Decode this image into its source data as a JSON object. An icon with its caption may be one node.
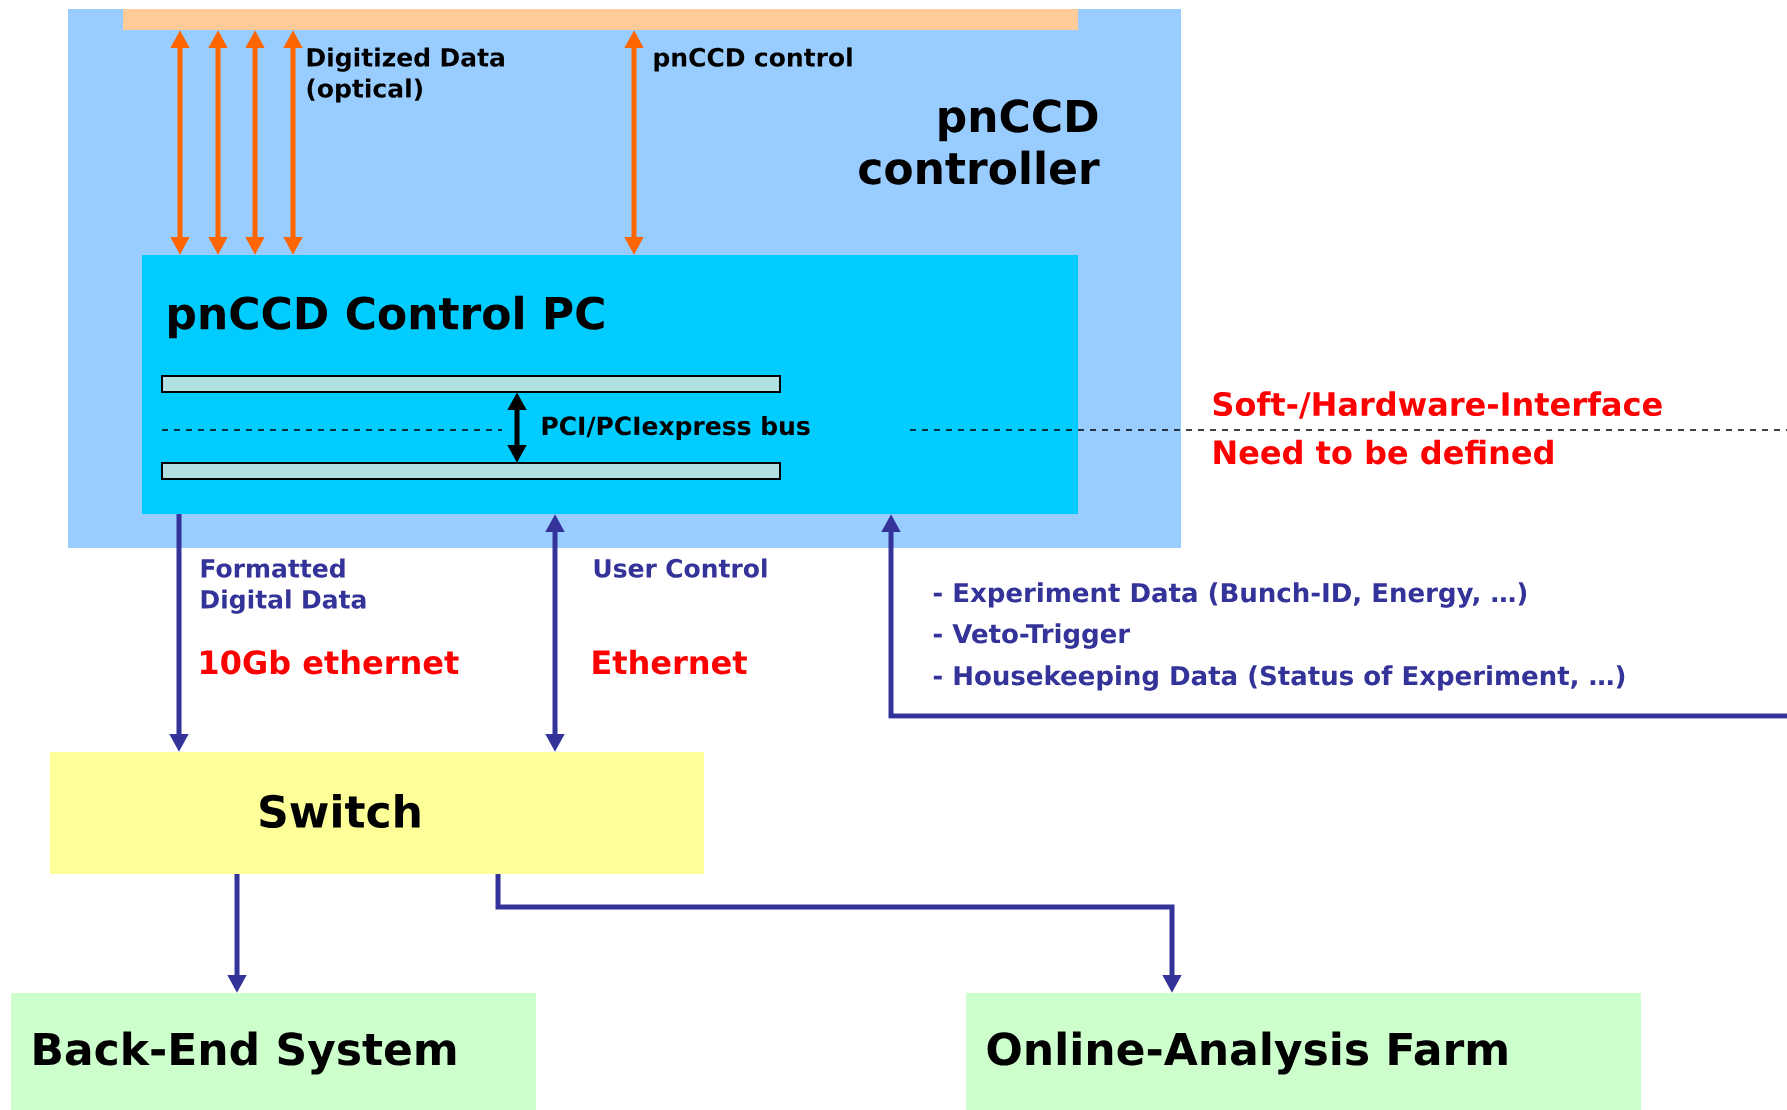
{
  "diagram": {
    "nodes": [
      {
        "text": [
          "pnCCD controller"
        ]
      },
      {
        "text": [],
        "shape": "bar",
        "in": 0
      },
      {
        "text": [
          "pnCCD Control PC"
        ],
        "in": 0
      },
      {
        "text": [],
        "shape": "bar",
        "in": 2
      },
      {
        "text": [],
        "shape": "bar",
        "in": 2
      },
      {
        "text": [
          "Switch"
        ]
      },
      {
        "text": [
          "Back-End System"
        ]
      },
      {
        "text": [
          "Online-Analysis Farm"
        ]
      }
    ],
    "edges": [
      {
        "from": 1,
        "to": 2,
        "arrow": "both",
        "color": "#ff6600"
      },
      {
        "from": 1,
        "to": 2,
        "arrow": "both",
        "color": "#ff6600"
      },
      {
        "from": 1,
        "to": 2,
        "arrow": "both",
        "color": "#ff6600"
      },
      {
        "from": 1,
        "to": 2,
        "arrow": "both",
        "color": "#ff6600",
        "label": "Digitized Data (optical)"
      },
      {
        "from": 1,
        "to": 2,
        "arrow": "both",
        "color": "#ff6600",
        "label": "pnCCD control"
      },
      {
        "from": 3,
        "to": 4,
        "arrow": "both",
        "color": "#000000",
        "label": "PCI/PCIexpress bus"
      },
      {
        "from": 2,
        "to": 5,
        "arrow": "to",
        "color": "#333399",
        "label": "Formatted Digital Data"
      },
      {
        "from": 5,
        "to": 2,
        "arrow": "both",
        "color": "#333399",
        "label": "User Control"
      },
      {
        "from": null,
        "to": 2,
        "arrow": "to",
        "color": "#333399"
      },
      {
        "from": 5,
        "to": 6,
        "arrow": "to",
        "color": "#333399"
      },
      {
        "from": 5,
        "to": 7,
        "arrow": "to",
        "color": "#333399"
      }
    ],
    "labels": [
      "10Gb ethernet",
      "Ethernet",
      "Soft-/Hardware-Interface",
      "Need to be defined",
      "- Experiment Data (Bunch-ID, Energy, …)",
      "- Veto-Trigger",
      "- Housekeeping Data (Status of Experiment, …)"
    ]
  }
}
